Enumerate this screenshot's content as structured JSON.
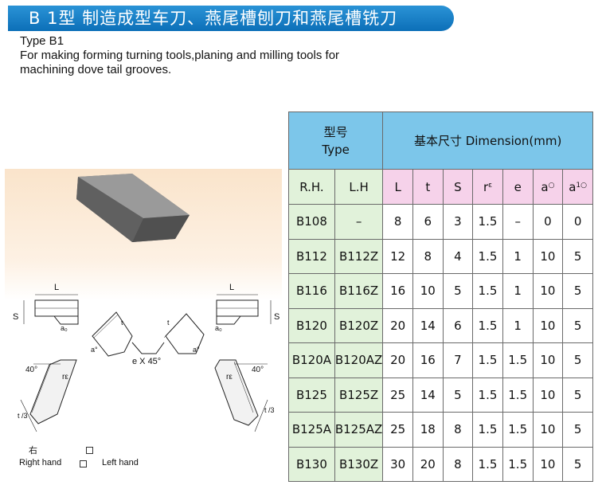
{
  "header": {
    "title": "B 1型  制造成型车刀、燕尾槽刨刀和燕尾槽铣刀",
    "type_line": "Type B1",
    "desc_line1": "For making forming turning tools,planing and milling tools for",
    "desc_line2": "machining dove tail grooves."
  },
  "illustration": {
    "right_cn": "右",
    "right_en": "Right hand",
    "left_en": "Left hand",
    "label_L": "L",
    "label_S": "S",
    "label_a0": "a₀",
    "label_a": "a°",
    "label_t": "t",
    "label_ex45": "e X 45°",
    "label_40": "40°",
    "label_re": "rε",
    "label_t3": "t /3"
  },
  "table": {
    "type_cn": "型号",
    "type_en": "Type",
    "dimension": "基本尺寸  Dimension(mm)",
    "rh": "R.H.",
    "lh": "L.H",
    "col_L": "L",
    "col_t": "t",
    "col_S": "S",
    "col_r": "r",
    "col_r_sub": "ε",
    "col_e": "e",
    "col_a": "a",
    "col_a_sup": "○",
    "col_a1": "a",
    "col_a1_sub": "1",
    "col_a1_sup": "○",
    "rows": [
      {
        "rh": "B108",
        "lh": "–",
        "L": "8",
        "t": "6",
        "S": "3",
        "r": "1.5",
        "e": "–",
        "a": "0",
        "a1": "0"
      },
      {
        "rh": "B112",
        "lh": "B112Z",
        "L": "12",
        "t": "8",
        "S": "4",
        "r": "1.5",
        "e": "1",
        "a": "10",
        "a1": "5"
      },
      {
        "rh": "B116",
        "lh": "B116Z",
        "L": "16",
        "t": "10",
        "S": "5",
        "r": "1.5",
        "e": "1",
        "a": "10",
        "a1": "5"
      },
      {
        "rh": "B120",
        "lh": "B120Z",
        "L": "20",
        "t": "14",
        "S": "6",
        "r": "1.5",
        "e": "1",
        "a": "10",
        "a1": "5"
      },
      {
        "rh": "B120A",
        "lh": "B120AZ",
        "L": "20",
        "t": "16",
        "S": "7",
        "r": "1.5",
        "e": "1.5",
        "a": "10",
        "a1": "5"
      },
      {
        "rh": "B125",
        "lh": "B125Z",
        "L": "25",
        "t": "14",
        "S": "5",
        "r": "1.5",
        "e": "1.5",
        "a": "10",
        "a1": "5"
      },
      {
        "rh": "B125A",
        "lh": "B125AZ",
        "L": "25",
        "t": "18",
        "S": "8",
        "r": "1.5",
        "e": "1.5",
        "a": "10",
        "a1": "5"
      },
      {
        "rh": "B130",
        "lh": "B130Z",
        "L": "30",
        "t": "20",
        "S": "8",
        "r": "1.5",
        "e": "1.5",
        "a": "10",
        "a1": "5"
      }
    ]
  },
  "colors": {
    "banner": "#0c6fb8",
    "header_cell": "#7cc6ea",
    "type_cell": "#e1f2da",
    "dim_cell": "#f6d2ea"
  }
}
